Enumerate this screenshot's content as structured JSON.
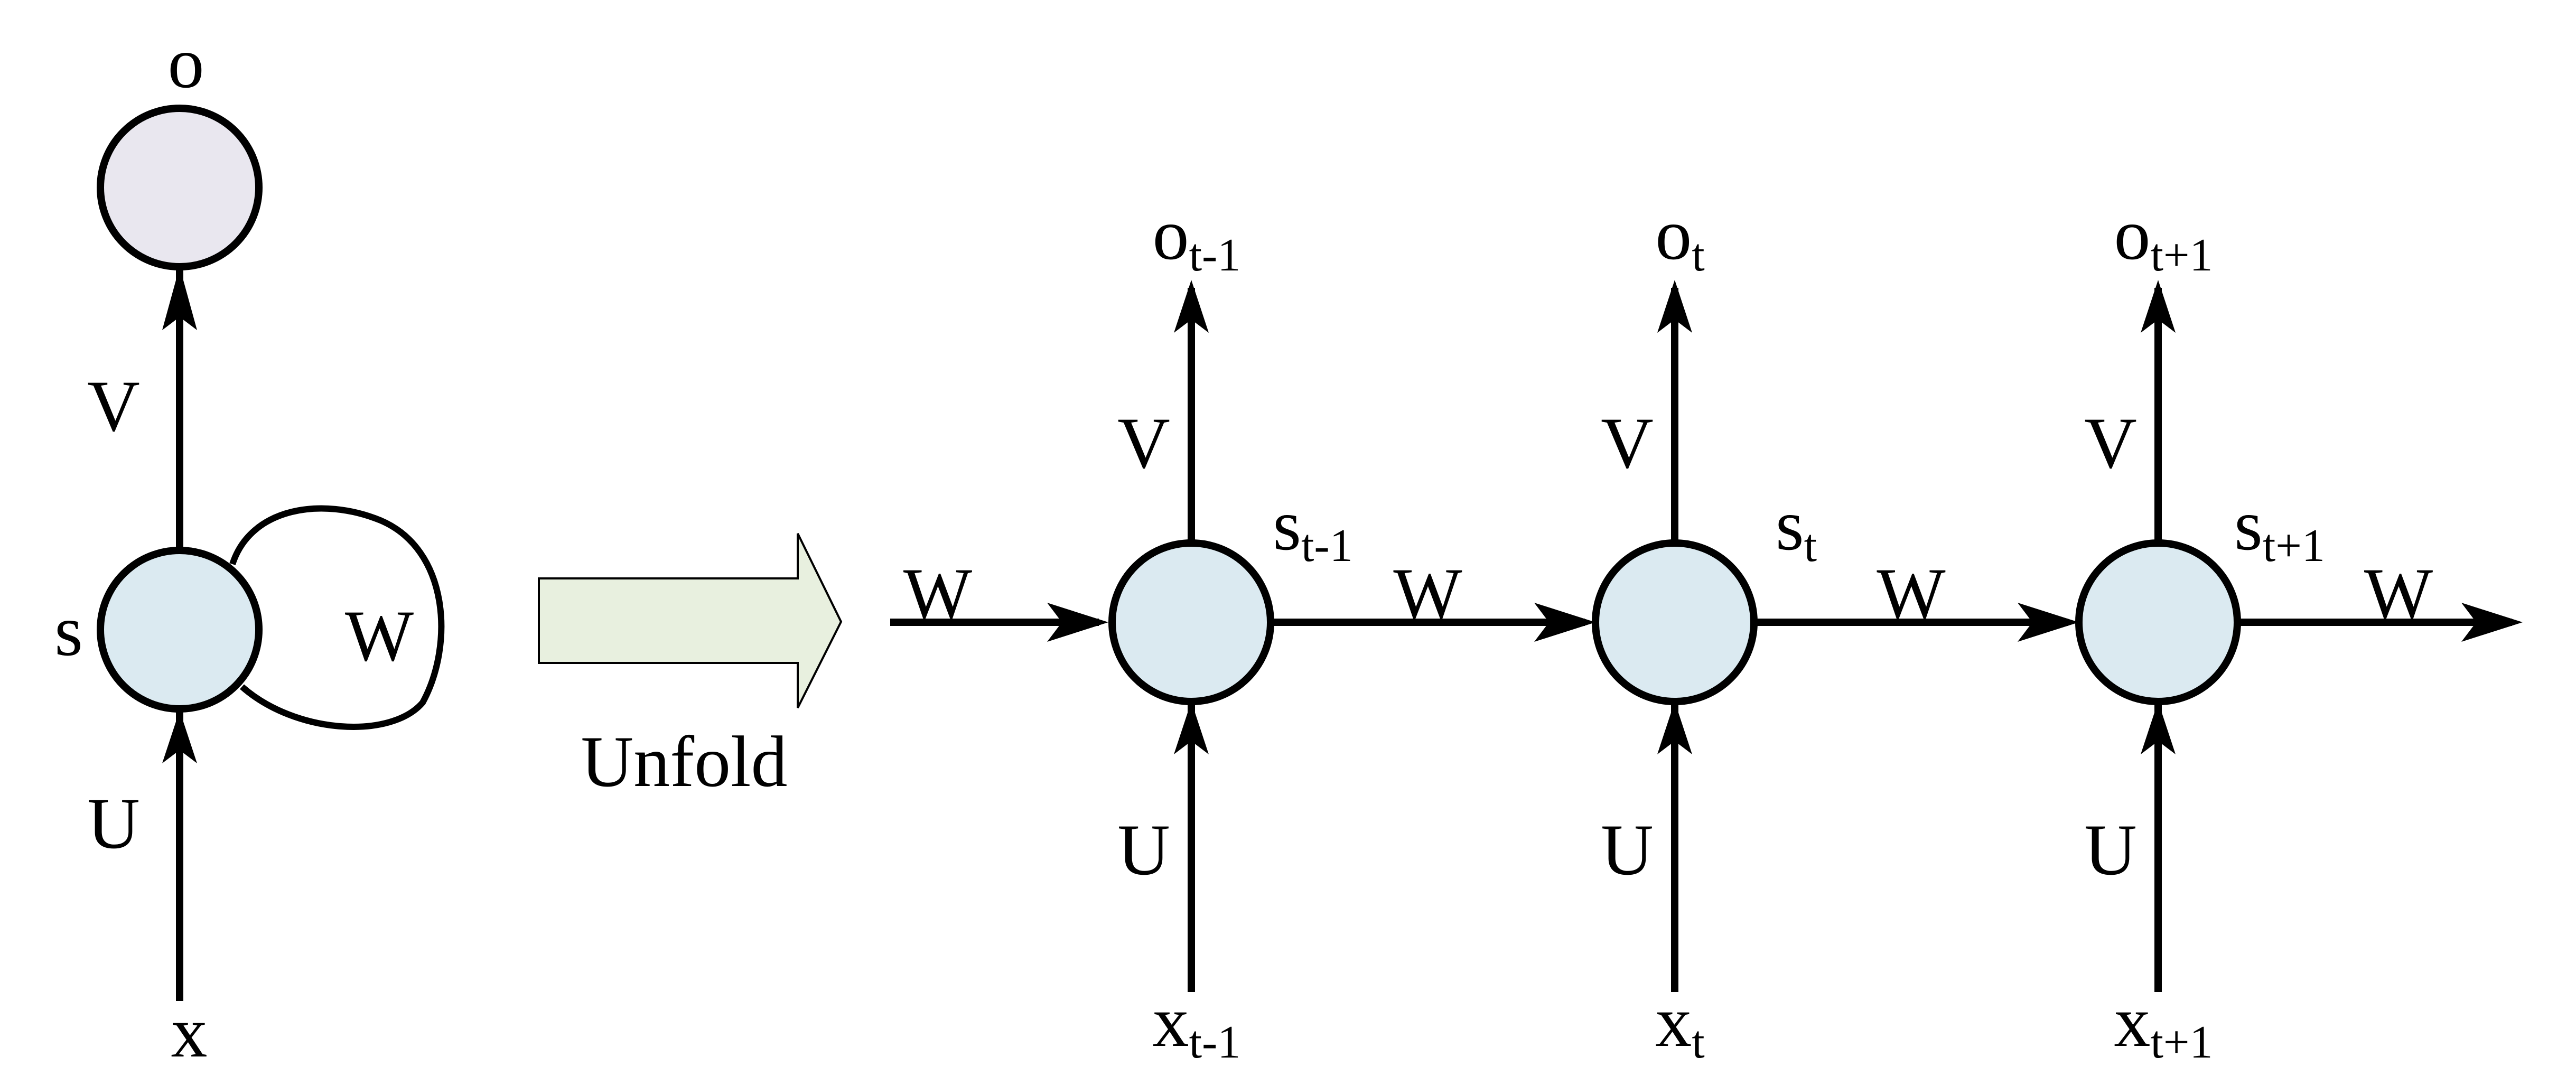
{
  "colors": {
    "stroke": "#000000",
    "state_fill": "#dbeaf1",
    "output_fill": "#e9e7ef",
    "arrow_fill": "#e8f0df"
  },
  "folded": {
    "output": "o",
    "state": "s",
    "input": "x",
    "weight_v": "V",
    "weight_u": "U",
    "weight_w": "W"
  },
  "unfold_label": "Unfold",
  "unfolded": {
    "weight_w": "W",
    "steps": [
      {
        "output": "o",
        "output_sub": "t-1",
        "state": "s",
        "state_sub": "t-1",
        "input": "x",
        "input_sub": "t-1",
        "weight_v": "V",
        "weight_u": "U",
        "weight_w": "W"
      },
      {
        "output": "o",
        "output_sub": "t",
        "state": "s",
        "state_sub": "t",
        "input": "x",
        "input_sub": "t",
        "weight_v": "V",
        "weight_u": "U",
        "weight_w": "W"
      },
      {
        "output": "o",
        "output_sub": "t+1",
        "state": "s",
        "state_sub": "t+1",
        "input": "x",
        "input_sub": "t+1",
        "weight_v": "V",
        "weight_u": "U",
        "weight_w": "W"
      }
    ]
  }
}
